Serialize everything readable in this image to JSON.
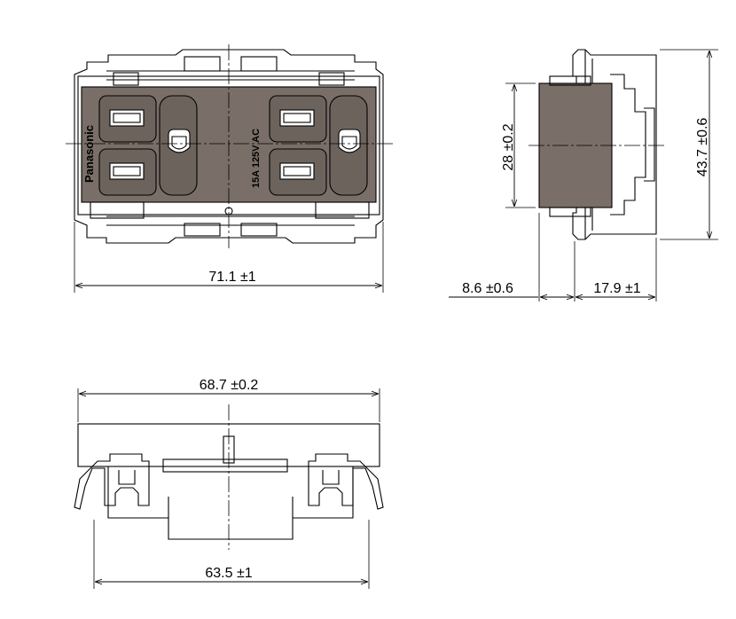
{
  "front_view": {
    "brand": "Panasonic",
    "rating": "15A 125V AC",
    "width_dim": "71.1 ±1"
  },
  "side_view": {
    "body_height_dim": "28 ±0.2",
    "overall_height_dim": "43.7 ±0.6",
    "plate_depth_dim": "8.6 ±0.6",
    "body_depth_dim": "17.9 ±1"
  },
  "bottom_view": {
    "top_width_dim": "68.7 ±0.2",
    "bottom_width_dim": "63.5 ±1"
  }
}
